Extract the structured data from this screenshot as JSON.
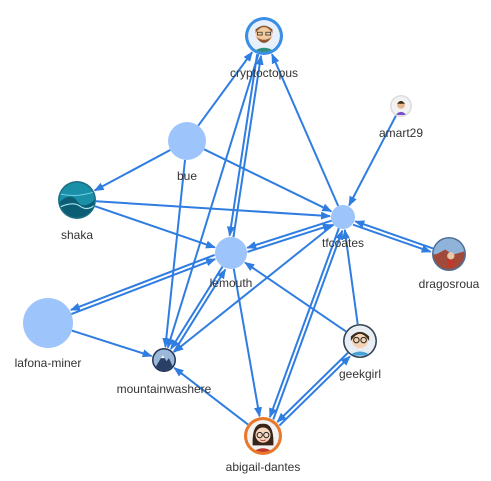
{
  "graph": {
    "colors": {
      "edge": "#2f7de1",
      "node_placeholder": "#9ec5fb",
      "background": "#ffffff"
    },
    "nodes": [
      {
        "id": "cryptoctopus",
        "label": "cryptoctopus",
        "kind": "avatar",
        "icon": "bearded-man-avatar-icon",
        "ring": "#3a8ee6",
        "fill": "#e7f0fb"
      },
      {
        "id": "bue",
        "label": "bue",
        "kind": "placeholder"
      },
      {
        "id": "amart29",
        "label": "amart29",
        "kind": "avatar",
        "icon": "person-avatar-icon",
        "ring": "#dddddd",
        "fill": "#f2f2f2"
      },
      {
        "id": "shaka",
        "label": "shaka",
        "kind": "avatar",
        "icon": "ocean-wave-avatar-icon",
        "ring": "#1d6f85",
        "fill": "#1a8fa8"
      },
      {
        "id": "tfcoates",
        "label": "tfcoates",
        "kind": "placeholder"
      },
      {
        "id": "lemouth",
        "label": "lemouth",
        "kind": "placeholder"
      },
      {
        "id": "dragosroua",
        "label": "dragosroua",
        "kind": "avatar",
        "icon": "outdoor-photo-avatar-icon",
        "ring": "#4a6f9a",
        "fill": "#b85a4a"
      },
      {
        "id": "lafona-miner",
        "label": "lafona-miner",
        "kind": "placeholder"
      },
      {
        "id": "geekgirl",
        "label": "geekgirl",
        "kind": "avatar",
        "icon": "geek-girl-avatar-icon",
        "ring": "#334455",
        "fill": "#e8eef4"
      },
      {
        "id": "mountainwashere",
        "label": "mountainwashere",
        "kind": "avatar",
        "icon": "mountain-avatar-icon",
        "ring": "#223355",
        "fill": "#4a6fa0"
      },
      {
        "id": "abigail-dantes",
        "label": "abigail-dantes",
        "kind": "avatar",
        "icon": "woman-glasses-avatar-icon",
        "ring": "#e8782a",
        "fill": "#f2f2f2"
      }
    ],
    "edges": [
      {
        "from": "bue",
        "to": "cryptoctopus"
      },
      {
        "from": "bue",
        "to": "shaka"
      },
      {
        "from": "bue",
        "to": "tfcoates"
      },
      {
        "from": "bue",
        "to": "mountainwashere"
      },
      {
        "from": "lemouth",
        "to": "cryptoctopus"
      },
      {
        "from": "cryptoctopus",
        "to": "lemouth"
      },
      {
        "from": "tfcoates",
        "to": "cryptoctopus"
      },
      {
        "from": "cryptoctopus",
        "to": "mountainwashere"
      },
      {
        "from": "amart29",
        "to": "tfcoates"
      },
      {
        "from": "shaka",
        "to": "tfcoates"
      },
      {
        "from": "shaka",
        "to": "lemouth"
      },
      {
        "from": "dragosroua",
        "to": "tfcoates"
      },
      {
        "from": "tfcoates",
        "to": "dragosroua"
      },
      {
        "from": "tfcoates",
        "to": "lemouth"
      },
      {
        "from": "lemouth",
        "to": "tfcoates"
      },
      {
        "from": "tfcoates",
        "to": "mountainwashere"
      },
      {
        "from": "tfcoates",
        "to": "abigail-dantes"
      },
      {
        "from": "lafona-miner",
        "to": "lemouth"
      },
      {
        "from": "lemouth",
        "to": "lafona-miner"
      },
      {
        "from": "lafona-miner",
        "to": "mountainwashere"
      },
      {
        "from": "lemouth",
        "to": "mountainwashere"
      },
      {
        "from": "mountainwashere",
        "to": "lemouth"
      },
      {
        "from": "lemouth",
        "to": "abigail-dantes"
      },
      {
        "from": "geekgirl",
        "to": "lemouth"
      },
      {
        "from": "geekgirl",
        "to": "abigail-dantes"
      },
      {
        "from": "abigail-dantes",
        "to": "geekgirl"
      },
      {
        "from": "geekgirl",
        "to": "tfcoates"
      },
      {
        "from": "abigail-dantes",
        "to": "mountainwashere"
      },
      {
        "from": "abigail-dantes",
        "to": "tfcoates"
      }
    ]
  }
}
